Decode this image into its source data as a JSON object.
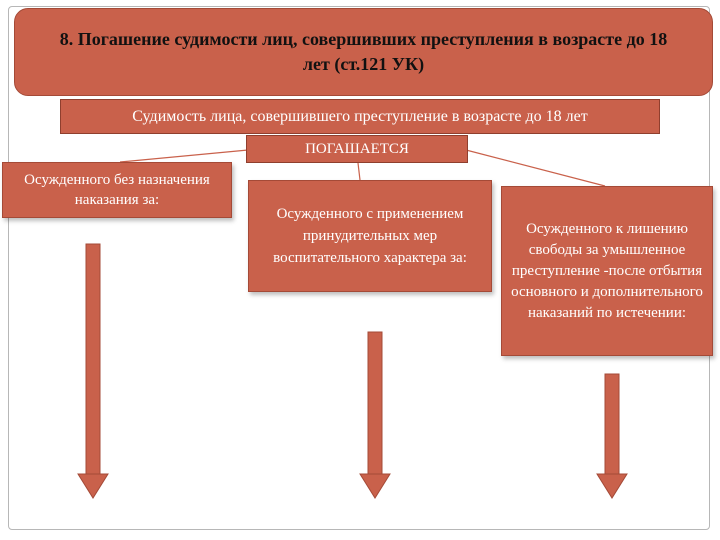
{
  "title": "8. Погашение судимости лиц, совершивших преступления в возрасте до 18 лет (ст.121 УК)",
  "subtitle": "Судимость лица, совершившего преступление в возрасте до 18 лет",
  "connector": "ПОГАШАЕТСЯ",
  "branches": [
    {
      "label": "Осужденного без назначения наказания за:"
    },
    {
      "label": "Осужденного с применением принудительных мер воспитательного характера за:"
    },
    {
      "label": "Осужденного к лишению свободы за умышленное преступление -после отбытия основного и дополнительного наказаний по истечении:"
    }
  ],
  "colors": {
    "box_fill": "#c9614b",
    "box_border": "#8f3f2e",
    "line": "#c9614b"
  }
}
